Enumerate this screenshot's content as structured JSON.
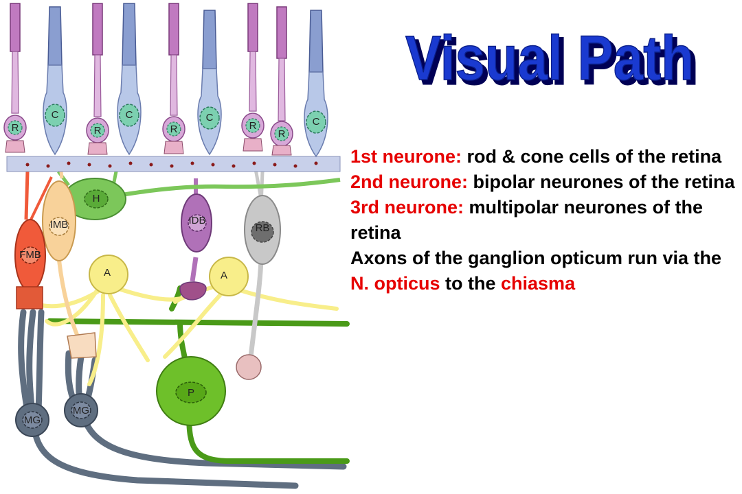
{
  "title": "Visual Path",
  "lines": [
    {
      "label": "1st neurone:",
      "text": " rod & cone cells of the retina"
    },
    {
      "label": "2nd neurone:",
      "text": " bipolar neurones of the retina"
    },
    {
      "label": "3rd neurone:",
      "text": " multipolar neurones of the retina"
    },
    {
      "text_a": "Axons of the ganglion opticum run via the ",
      "red_a": "N. opticus",
      "text_b": " to the ",
      "red_b": "chiasma"
    }
  ],
  "cell_labels": {
    "rod": "R",
    "cone": "C",
    "horizontal": "H",
    "imb": "IMB",
    "fmb": "FMB",
    "idb": "IDB",
    "rb": "RB",
    "amacrine": "A",
    "ganglion": "P",
    "muller": "MG"
  },
  "colors": {
    "title_fill": "#1a3ad0",
    "title_shadow": "#000055",
    "label_red": "#e60000",
    "rod": "#d7a8d8",
    "cone": "#b8c8e8",
    "horizontal": "#7cc75a",
    "fmb": "#f05a3a",
    "imb": "#f8d29a",
    "idb": "#b071b8",
    "rb": "#c8c8c8",
    "amacrine": "#f8ee8a",
    "ganglion": "#6ec02a",
    "muller": "#5f6e80"
  }
}
